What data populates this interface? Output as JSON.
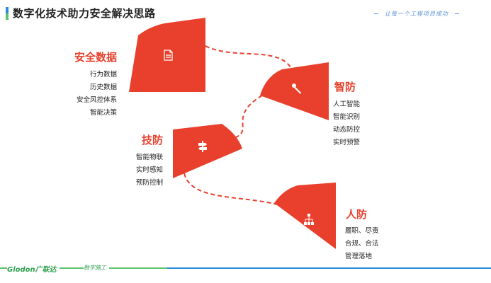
{
  "title": "数字化技术助力安全解决思路",
  "slogan": "让每一个工程项目成功",
  "accent_color": "#e8402c",
  "nodes": [
    {
      "heading": "安全数据",
      "icon": "document-icon",
      "items": [
        "行为数据",
        "历史数据",
        "安全风控体系",
        "智能决策"
      ]
    },
    {
      "heading": "智防",
      "icon": "wrench-icon",
      "items": [
        "人工智能",
        "智能识别",
        "动态防控",
        "实时预警"
      ]
    },
    {
      "heading": "技防",
      "icon": "signpost-icon",
      "items": [
        "智能物联",
        "实时感知",
        "预防控制"
      ]
    },
    {
      "heading": "人防",
      "icon": "org-chart-icon",
      "items": [
        "履职、尽责",
        "合规、合法",
        "管理落地"
      ]
    }
  ],
  "footer": {
    "logo": "Glodon广联达",
    "sub": "数字施工"
  }
}
